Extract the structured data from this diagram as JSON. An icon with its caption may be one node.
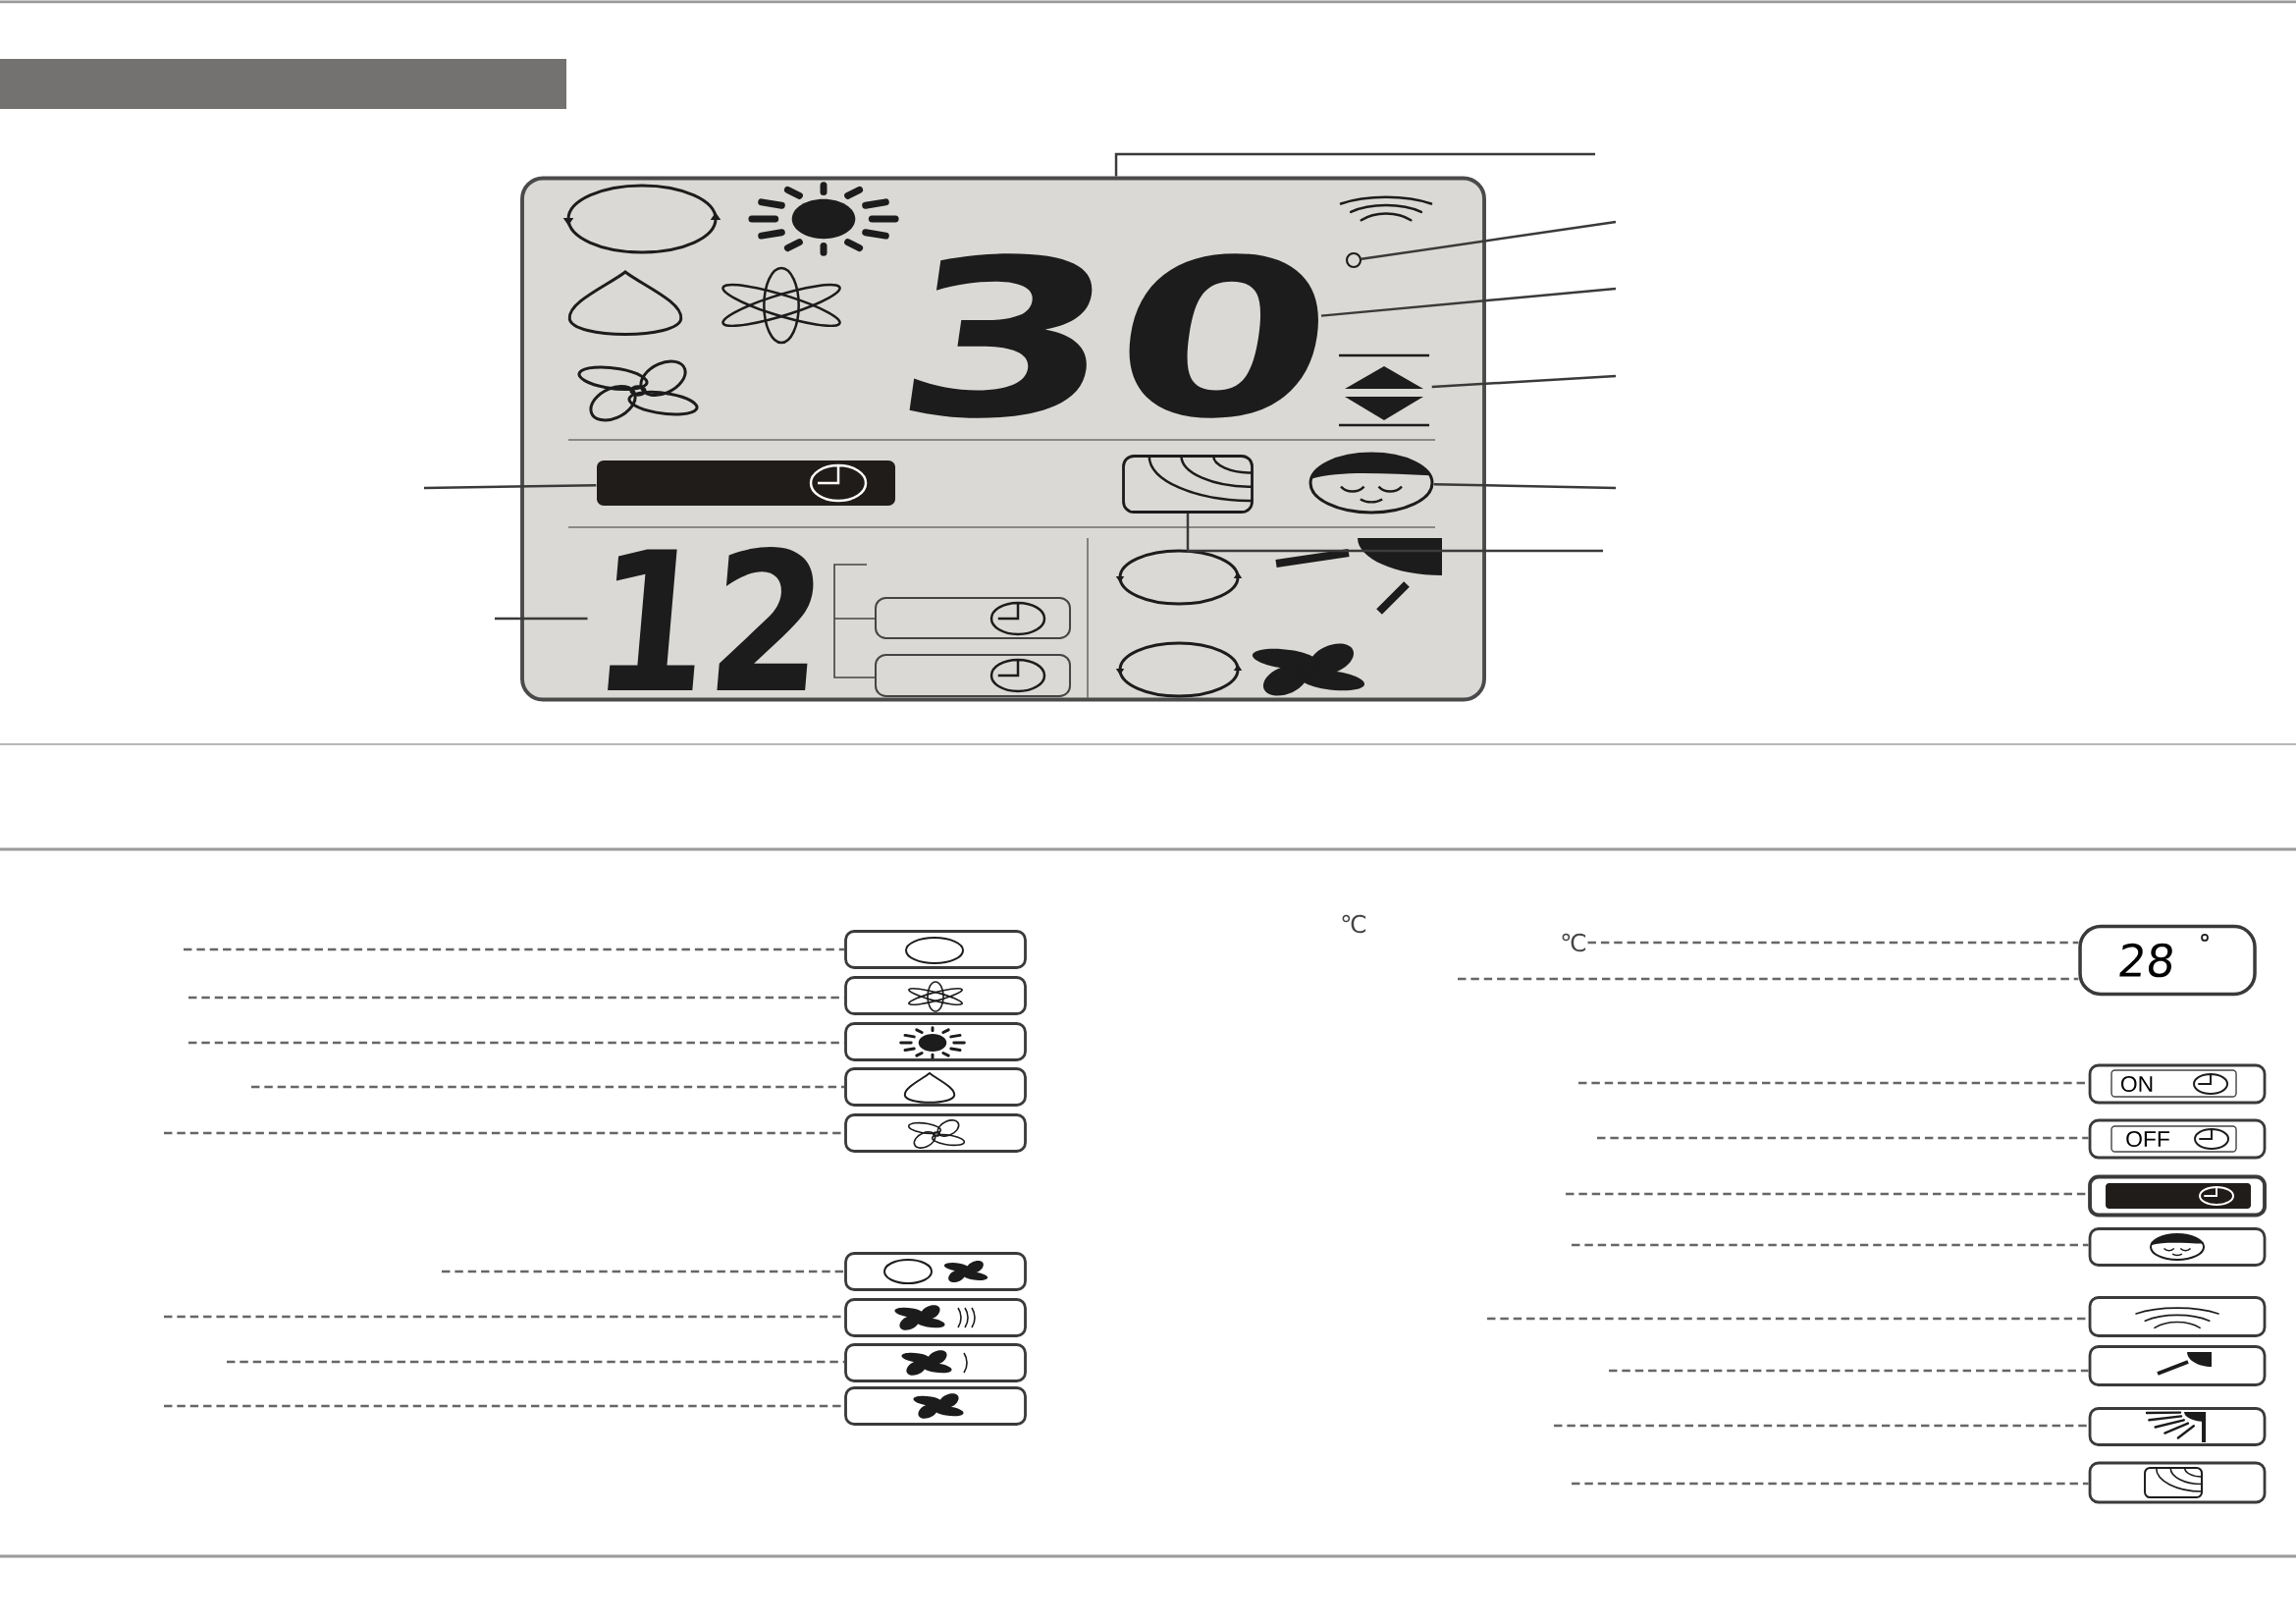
{
  "diagram": {
    "nodes": [
      {
        "text": [],
        "shape": "bar"
      },
      {
        "text": [],
        "shape": "box"
      },
      {
        "text": [],
        "shape": "circle",
        "in": 1
      },
      {
        "text": [
          "30"
        ],
        "in": 1
      },
      {
        "text": [],
        "shape": "picture",
        "in": 1
      },
      {
        "text": [],
        "shape": "bar",
        "in": 1
      },
      {
        "text": [],
        "shape": "picture",
        "in": 1
      },
      {
        "text": [],
        "shape": "picture",
        "in": 1
      },
      {
        "text": [
          "12"
        ],
        "in": 1
      },
      {
        "text": [],
        "shape": "box"
      },
      {
        "text": [],
        "shape": "box"
      },
      {
        "text": [],
        "shape": "box"
      },
      {
        "text": [],
        "shape": "box"
      },
      {
        "text": [],
        "shape": "box"
      },
      {
        "text": [],
        "shape": "box"
      },
      {
        "text": [],
        "shape": "box"
      },
      {
        "text": [],
        "shape": "box"
      },
      {
        "text": [],
        "shape": "box"
      },
      {
        "text": [
          "℃"
        ]
      },
      {
        "text": [
          "28"
        ]
      },
      {
        "text": [
          "ON"
        ]
      },
      {
        "text": [
          "OFF"
        ]
      },
      {
        "text": [],
        "shape": "box"
      },
      {
        "text": [],
        "shape": "box"
      },
      {
        "text": [],
        "shape": "box"
      },
      {
        "text": [],
        "shape": "box"
      },
      {
        "text": [],
        "shape": "box"
      },
      {
        "text": [],
        "shape": "box"
      }
    ],
    "edges": [
      {
        "from": null,
        "to": 1,
        "arrow": "none"
      },
      {
        "from": null,
        "to": 2,
        "arrow": "none"
      },
      {
        "from": null,
        "to": 3,
        "arrow": "none"
      },
      {
        "from": null,
        "to": 4,
        "arrow": "none"
      },
      {
        "from": null,
        "to": 5,
        "arrow": "none"
      },
      {
        "from": null,
        "to": 7,
        "arrow": "none"
      },
      {
        "from": null,
        "to": 6,
        "arrow": "none"
      },
      {
        "from": null,
        "to": 8,
        "arrow": "none"
      },
      {
        "from": null,
        "to": 9,
        "arrow": "none",
        "style": "dashed"
      },
      {
        "from": null,
        "to": 10,
        "arrow": "none",
        "style": "dashed"
      },
      {
        "from": null,
        "to": 11,
        "arrow": "none",
        "style": "dashed"
      },
      {
        "from": null,
        "to": 12,
        "arrow": "none",
        "style": "dashed"
      },
      {
        "from": null,
        "to": 13,
        "arrow": "none",
        "style": "dashed"
      },
      {
        "from": null,
        "to": 14,
        "arrow": "none",
        "style": "dashed"
      },
      {
        "from": null,
        "to": 15,
        "arrow": "none",
        "style": "dashed"
      },
      {
        "from": null,
        "to": 16,
        "arrow": "none",
        "style": "dashed"
      },
      {
        "from": null,
        "to": 17,
        "arrow": "none",
        "style": "dashed"
      },
      {
        "from": 18,
        "to": 19,
        "arrow": "none",
        "style": "dashed"
      },
      {
        "from": null,
        "to": 19,
        "arrow": "none",
        "style": "dashed"
      },
      {
        "from": null,
        "to": 20,
        "arrow": "none",
        "style": "dashed"
      },
      {
        "from": null,
        "to": 21,
        "arrow": "none",
        "style": "dashed"
      },
      {
        "from": null,
        "to": 22,
        "arrow": "none",
        "style": "dashed"
      },
      {
        "from": null,
        "to": 23,
        "arrow": "none",
        "style": "dashed"
      },
      {
        "from": null,
        "to": 24,
        "arrow": "none",
        "style": "dashed"
      },
      {
        "from": null,
        "to": 25,
        "arrow": "none",
        "style": "dashed"
      },
      {
        "from": null,
        "to": 26,
        "arrow": "none",
        "style": "dashed"
      },
      {
        "from": null,
        "to": 27,
        "arrow": "none",
        "style": "dashed"
      }
    ],
    "labels": [
      "℃"
    ]
  }
}
